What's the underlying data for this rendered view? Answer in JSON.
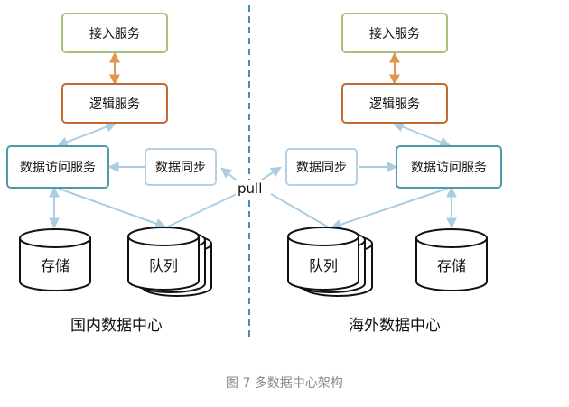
{
  "left": {
    "access": "接入服务",
    "logic": "逻辑服务",
    "data_access": "数据访问服务",
    "sync": "数据同步",
    "storage": "存储",
    "queue": "队列",
    "title": "国内数据中心"
  },
  "right": {
    "access": "接入服务",
    "logic": "逻辑服务",
    "data_access": "数据访问服务",
    "sync": "数据同步",
    "storage": "存储",
    "queue": "队列",
    "title": "海外数据中心"
  },
  "pull_label": "pull",
  "caption": "图 7 多数据中心架构",
  "colors": {
    "green_border": "#a7c27a",
    "orange_border": "#c46a2c",
    "teal_border": "#4e9aa8",
    "light_border": "#b4cfe6",
    "arrow_blue": "#a9cde3",
    "arrow_orange": "#e0954f",
    "divider": "#4a8db5"
  }
}
